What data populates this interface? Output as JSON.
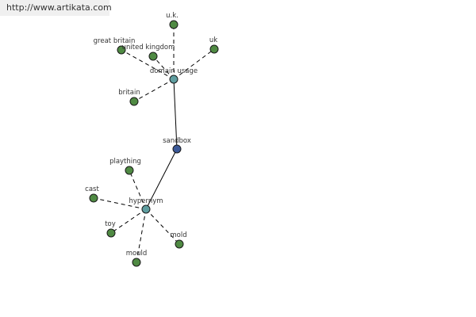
{
  "watermark": "http://www.artikata.com",
  "colors": {
    "leaf_fill": "#4f8a43",
    "relation_fill": "#5f9ea0",
    "center_fill": "#3b5998",
    "node_stroke": "#1a1a1a",
    "edge": "#000000",
    "label": "#333333"
  },
  "nodes": [
    {
      "id": "sandbox",
      "label": "sandbox",
      "kind": "center"
    },
    {
      "id": "domain_usage",
      "label": "domain usage",
      "kind": "relation"
    },
    {
      "id": "hypernym",
      "label": "hypernym",
      "kind": "relation"
    },
    {
      "id": "uk_dots",
      "label": "u.k.",
      "kind": "leaf"
    },
    {
      "id": "great_britain",
      "label": "great britain",
      "kind": "leaf"
    },
    {
      "id": "united_kingdom",
      "label": "united kingdom",
      "kind": "leaf"
    },
    {
      "id": "uk",
      "label": "uk",
      "kind": "leaf"
    },
    {
      "id": "britain",
      "label": "britain",
      "kind": "leaf"
    },
    {
      "id": "plaything",
      "label": "plaything",
      "kind": "leaf"
    },
    {
      "id": "cast",
      "label": "cast",
      "kind": "leaf"
    },
    {
      "id": "toy",
      "label": "toy",
      "kind": "leaf"
    },
    {
      "id": "mould",
      "label": "mould",
      "kind": "leaf"
    },
    {
      "id": "mold",
      "label": "mold",
      "kind": "leaf"
    }
  ],
  "edges": [
    {
      "from": "sandbox",
      "to": "domain_usage",
      "style": "solid"
    },
    {
      "from": "sandbox",
      "to": "hypernym",
      "style": "solid"
    },
    {
      "from": "domain_usage",
      "to": "uk_dots",
      "style": "dashed"
    },
    {
      "from": "domain_usage",
      "to": "great_britain",
      "style": "dashed"
    },
    {
      "from": "domain_usage",
      "to": "united_kingdom",
      "style": "dashed"
    },
    {
      "from": "domain_usage",
      "to": "uk",
      "style": "dashed"
    },
    {
      "from": "domain_usage",
      "to": "britain",
      "style": "dashed"
    },
    {
      "from": "hypernym",
      "to": "plaything",
      "style": "dashed"
    },
    {
      "from": "hypernym",
      "to": "cast",
      "style": "dashed"
    },
    {
      "from": "hypernym",
      "to": "toy",
      "style": "dashed"
    },
    {
      "from": "hypernym",
      "to": "mould",
      "style": "dashed"
    },
    {
      "from": "hypernym",
      "to": "mold",
      "style": "dashed"
    }
  ]
}
